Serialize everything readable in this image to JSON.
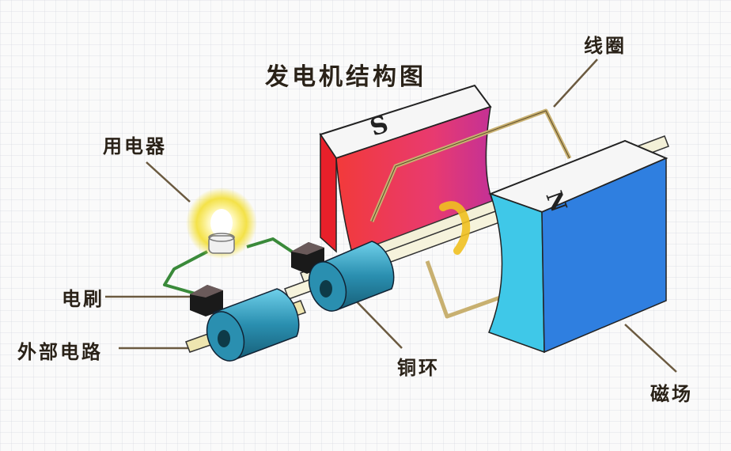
{
  "diagram": {
    "title": "发电机结构图",
    "labels": {
      "coil": "线圈",
      "load": "用电器",
      "brush": "电刷",
      "external_circuit": "外部电路",
      "copper_ring": "铜环",
      "magnetic_field": "磁场"
    },
    "magnets": {
      "south": {
        "letter": "S",
        "color": "#e8202a"
      },
      "north": {
        "letter": "N",
        "color": "#2f7fe0"
      }
    },
    "colors": {
      "coil_wire": "#c8b070",
      "circuit_wire": "#3a8a3a",
      "slip_ring": "#2a8fb0",
      "bulb_glow": "#f5e030",
      "leader_line": "#6b5a40"
    }
  }
}
